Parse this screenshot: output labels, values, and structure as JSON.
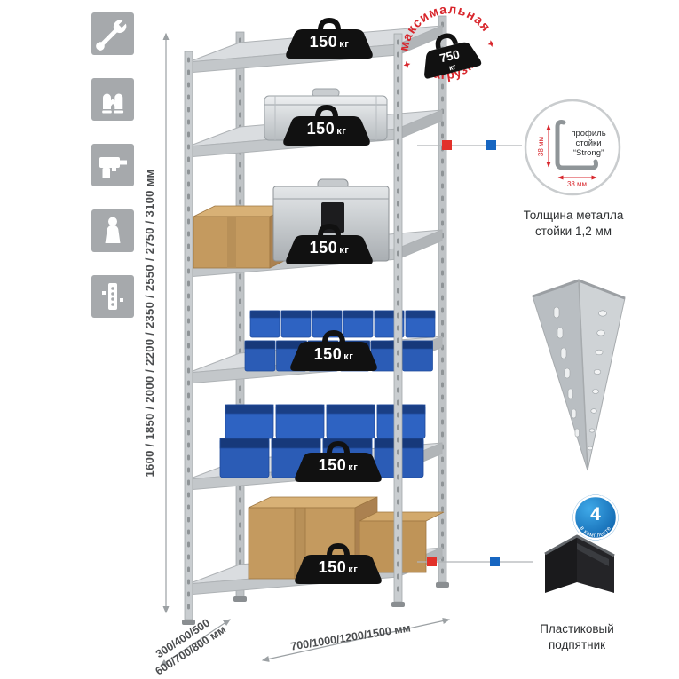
{
  "palette": {
    "accent_red": "#d8262c",
    "marker_red": "#e2312a",
    "marker_blue": "#1766c1",
    "badge_blue": "#0e63ad",
    "metal_gray": "#c9cdd0",
    "bin_blue": "#2e63c2",
    "cardboard": "#c49a5f",
    "weight_black": "#111111"
  },
  "sidebar": {
    "icons": [
      "wrench",
      "gloves",
      "drill",
      "person",
      "rack-post"
    ]
  },
  "dimensions": {
    "height": "1600 / 1850 / 2000 / 2200 / 2350 / 2550 / 2750 / 3100 мм",
    "depth_line1": "300/400/500",
    "depth_line2": "600/700/800 мм",
    "width": "700/1000/1200/1500 мм"
  },
  "rack": {
    "shelves": [
      {
        "load_value": "150",
        "load_unit": "кг"
      },
      {
        "load_value": "150",
        "load_unit": "кг"
      },
      {
        "load_value": "150",
        "load_unit": "кг"
      },
      {
        "load_value": "150",
        "load_unit": "кг"
      },
      {
        "load_value": "150",
        "load_unit": "кг"
      },
      {
        "load_value": "150",
        "load_unit": "кг"
      }
    ]
  },
  "stamp": {
    "arc_top": "максимальная",
    "arc_bottom": "нагрузка",
    "weight_value": "750",
    "weight_unit": "кг"
  },
  "profile": {
    "label_line1": "профиль",
    "label_line2": "стойки",
    "label_line3": "“Strong”",
    "dim_height": "38 мм",
    "dim_width": "38 мм",
    "caption_line1": "Толщина металла",
    "caption_line2": "стойки 1,2 мм"
  },
  "foot": {
    "badge_count": "4",
    "badge_label": "в комплекте",
    "caption_line1": "Пластиковый",
    "caption_line2": "подпятник"
  }
}
